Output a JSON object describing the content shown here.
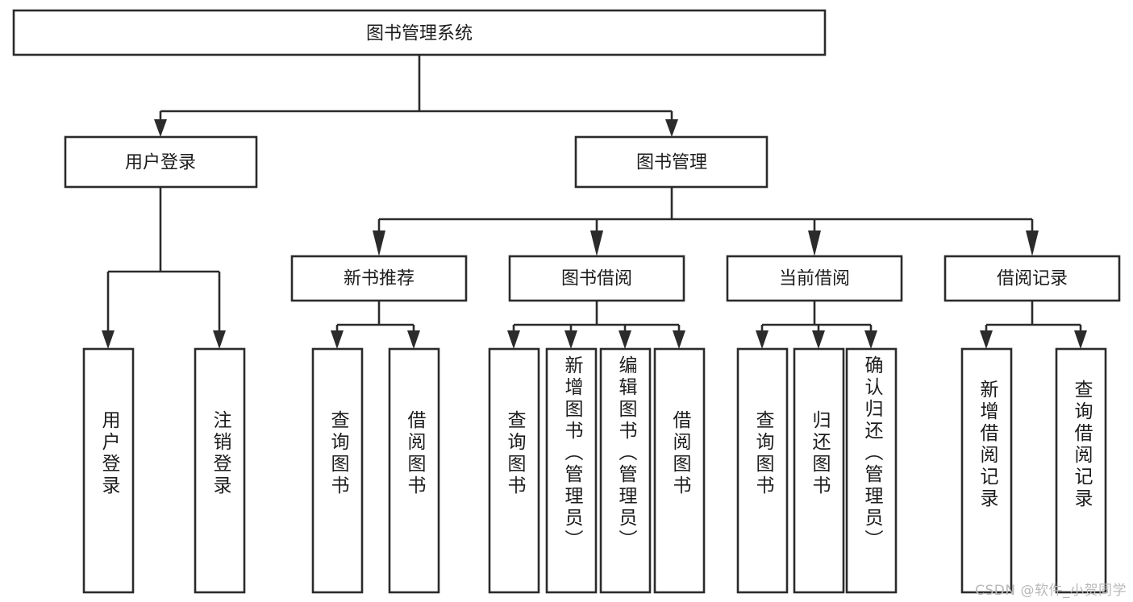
{
  "diagram": {
    "title": "图书管理系统",
    "type": "hierarchy-tree",
    "background_color": "#ffffff",
    "stroke_color": "#2b2b2b",
    "text_color": "#1c1c1c",
    "levels": 4,
    "root": {
      "label": "图书管理系统"
    },
    "level2": [
      {
        "label": "用户登录"
      },
      {
        "label": "图书管理"
      }
    ],
    "level3": [
      {
        "label": "新书推荐"
      },
      {
        "label": "图书借阅"
      },
      {
        "label": "当前借阅"
      },
      {
        "label": "借阅记录"
      }
    ],
    "leaves": {
      "user_login": [
        {
          "label": "用户登录"
        },
        {
          "label": "注销登录"
        }
      ],
      "new_book_recommend": [
        {
          "label": "查询图书"
        },
        {
          "label": "借阅图书"
        }
      ],
      "book_borrow": [
        {
          "label": "查询图书"
        },
        {
          "label": "新增图书（管理员）"
        },
        {
          "label": "编辑图书（管理员）"
        },
        {
          "label": "借阅图书"
        }
      ],
      "current_borrow": [
        {
          "label": "查询图书"
        },
        {
          "label": "归还图书"
        },
        {
          "label": "确认归还（管理员）"
        }
      ],
      "borrow_record": [
        {
          "label": "新增借阅记录"
        },
        {
          "label": "查询借阅记录"
        }
      ]
    }
  },
  "watermark": {
    "text": "CSDN @软件_小贺同学"
  }
}
